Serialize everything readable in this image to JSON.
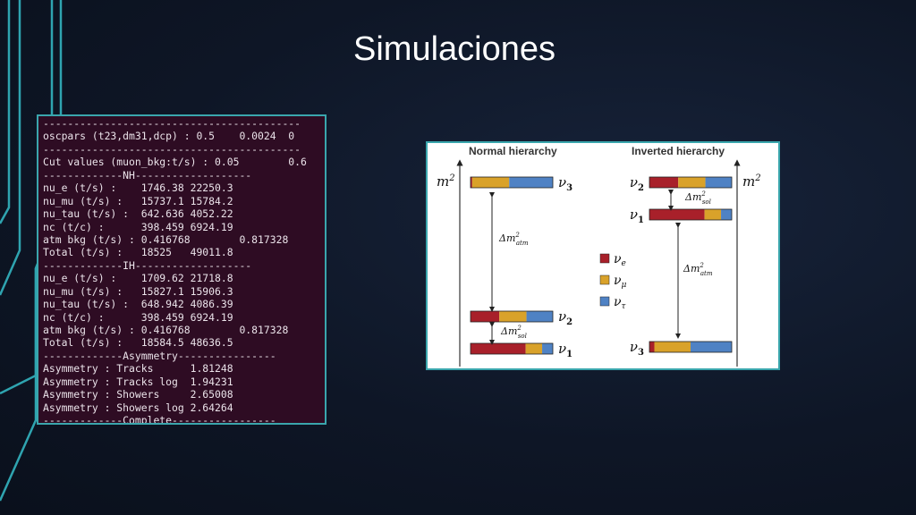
{
  "slide": {
    "title": "Simulaciones"
  },
  "colors": {
    "electron": "#a8202a",
    "muon": "#d9a22a",
    "tau": "#4f82c4",
    "frame": "#3aa6ad",
    "terminal_bg": "#2e0c23"
  },
  "terminal": {
    "lines": [
      "------------------------------------------",
      "oscpars (t23,dm31,dcp) : 0.5    0.0024  0",
      "------------------------------------------",
      "Cut values (muon_bkg:t/s) : 0.05        0.6",
      "-------------NH-------------------",
      "nu_e (t/s) :    1746.38 22250.3",
      "nu_mu (t/s) :   15737.1 15784.2",
      "nu_tau (t/s) :  642.636 4052.22",
      "nc (t/c) :      398.459 6924.19",
      "atm bkg (t/s) : 0.416768        0.817328",
      "Total (t/s) :   18525   49011.8",
      "-------------IH-------------------",
      "nu_e (t/s) :    1709.62 21718.8",
      "nu_mu (t/s) :   15827.1 15906.3",
      "nu_tau (t/s) :  648.942 4086.39",
      "nc (t/c) :      398.459 6924.19",
      "atm bkg (t/s) : 0.416768        0.817328",
      "Total (t/s) :   18584.5 48636.5",
      "-------------Asymmetry----------------",
      "Asymmetry : Tracks      1.81248",
      "Asymmetry : Tracks log  1.94231",
      "Asymmetry : Showers     2.65008",
      "Asymmetry : Showers log 2.64264",
      "-------------Complete-----------------"
    ]
  },
  "diagram": {
    "normal_header": "Normal hierarchy",
    "inverted_header": "Inverted hierarchy",
    "axis_label": "m",
    "axis_sup": "2",
    "nu": "ν",
    "delta_atm": {
      "prefix": "Δm",
      "sup": "2",
      "sub": "atm"
    },
    "delta_sol": {
      "prefix": "Δm",
      "sup": "2",
      "sub": "sol"
    },
    "normal_states": [
      {
        "label": "3",
        "fractions": [
          0.02,
          0.45,
          0.53
        ]
      },
      {
        "label": "2",
        "fractions": [
          0.35,
          0.33,
          0.32
        ]
      },
      {
        "label": "1",
        "fractions": [
          0.67,
          0.2,
          0.13
        ]
      }
    ],
    "inverted_states": [
      {
        "label": "2",
        "fractions": [
          0.35,
          0.33,
          0.32
        ]
      },
      {
        "label": "1",
        "fractions": [
          0.67,
          0.2,
          0.13
        ]
      },
      {
        "label": "3",
        "fractions": [
          0.06,
          0.44,
          0.5
        ]
      }
    ],
    "legend": [
      {
        "sub": "e",
        "color": "#a8202a"
      },
      {
        "sub": "μ",
        "color": "#d9a22a"
      },
      {
        "sub": "τ",
        "color": "#4f82c4"
      }
    ]
  }
}
